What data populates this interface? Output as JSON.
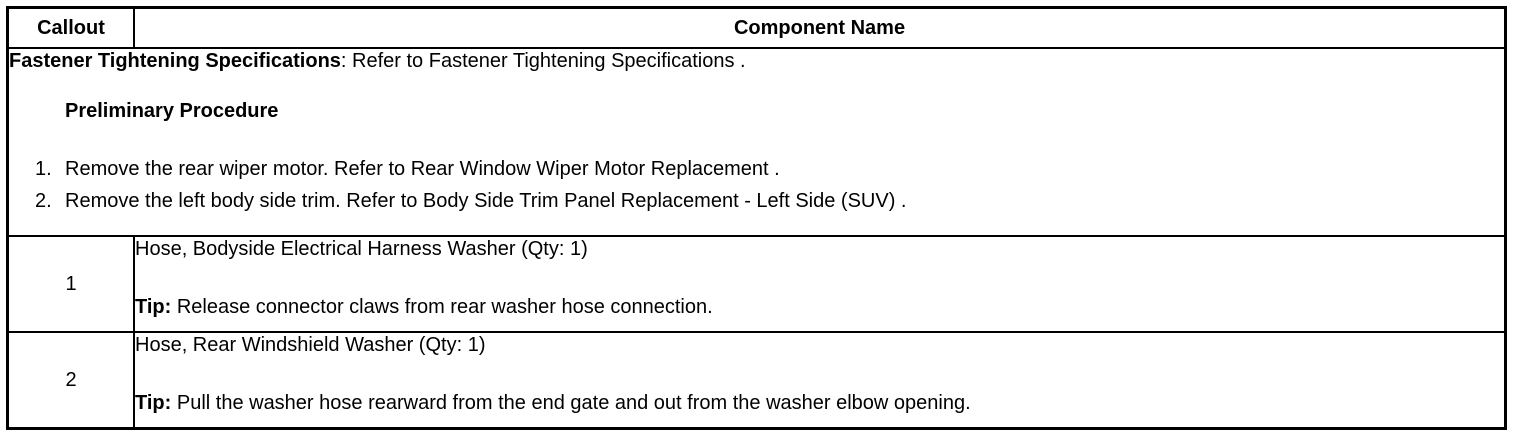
{
  "header": {
    "callout": "Callout",
    "component_name": "Component Name"
  },
  "intro": {
    "fts_label": "Fastener Tightening Specifications",
    "fts_text": ": Refer to Fastener Tightening Specifications .",
    "preliminary_title": "Preliminary Procedure",
    "steps": [
      {
        "num": "1.",
        "text": "Remove the rear wiper motor. Refer to Rear Window Wiper Motor Replacement ."
      },
      {
        "num": "2.",
        "text": "Remove the left body side trim. Refer to Body Side Trim Panel Replacement - Left Side (SUV) ."
      }
    ]
  },
  "rows": [
    {
      "callout": "1",
      "name": "Hose, Bodyside Electrical Harness Washer (Qty: 1)",
      "tip_label": "Tip:",
      "tip_text": " Release connector claws from rear washer hose connection."
    },
    {
      "callout": "2",
      "name": "Hose, Rear Windshield Washer (Qty: 1)",
      "tip_label": "Tip:",
      "tip_text": " Pull the washer hose rearward from the end gate and out from the washer elbow opening."
    }
  ]
}
